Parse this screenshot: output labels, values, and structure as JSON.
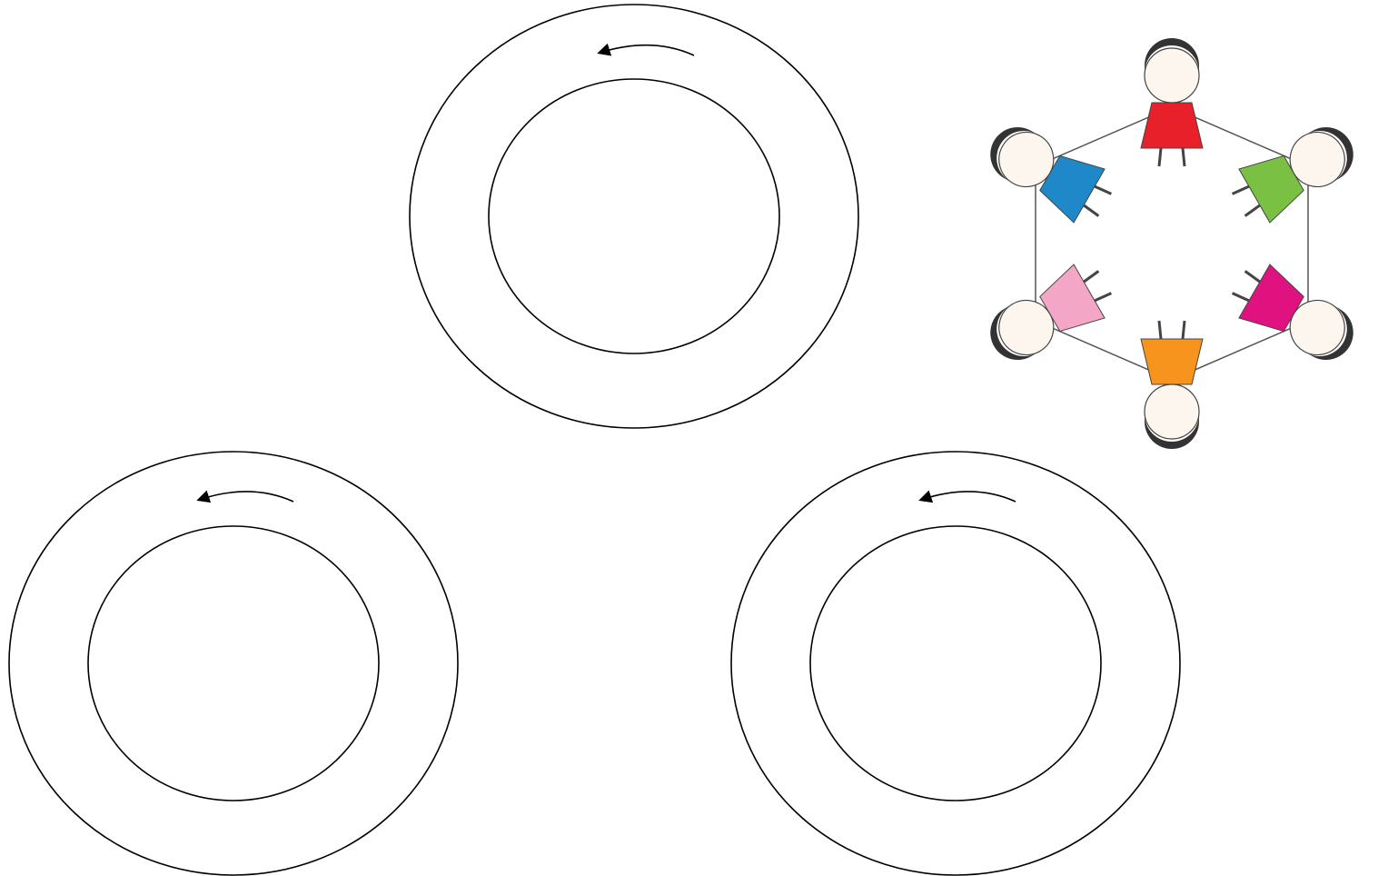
{
  "diagram": {
    "rings": [
      {
        "id": "top-center",
        "arrow_direction": "counter-clockwise"
      },
      {
        "id": "bottom-left",
        "arrow_direction": "counter-clockwise"
      },
      {
        "id": "bottom-right",
        "arrow_direction": "counter-clockwise"
      }
    ]
  },
  "illustration": {
    "icon": "children-holding-hands-circle-icon",
    "children": [
      {
        "position": "top",
        "shirt_color": "#e8202a"
      },
      {
        "position": "upper-right",
        "shirt_color": "#7ac143"
      },
      {
        "position": "lower-right",
        "shirt_color": "#e0127f"
      },
      {
        "position": "bottom",
        "shirt_color": "#f7941d"
      },
      {
        "position": "lower-left",
        "shirt_color": "#f4a6c6"
      },
      {
        "position": "upper-left",
        "shirt_color": "#1e88c9"
      }
    ]
  },
  "colors": {
    "stroke": "#000000",
    "background": "#ffffff"
  }
}
